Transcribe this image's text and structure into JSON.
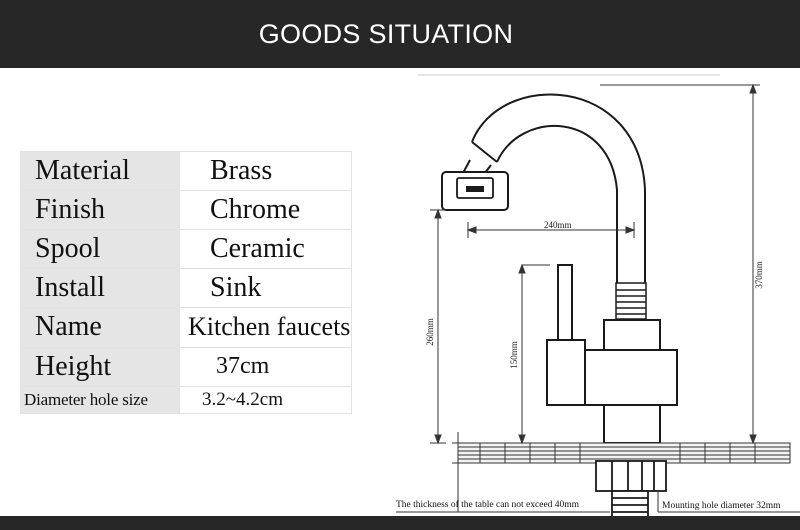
{
  "header": {
    "title": "GOODS SITUATION"
  },
  "specs": [
    {
      "label": "Material",
      "value": "Brass"
    },
    {
      "label": "Finish",
      "value": "Chrome"
    },
    {
      "label": "Spool",
      "value": "Ceramic"
    },
    {
      "label": "Install",
      "value": "Sink"
    },
    {
      "label": "Name",
      "value": "Kitchen faucets"
    },
    {
      "label": "Height",
      "value": "37cm"
    },
    {
      "label": "Diameter hole size",
      "value": "3.2~4.2cm"
    }
  ],
  "drawing": {
    "dim_spout_reach": "240mm",
    "dim_spout_height": "260mm",
    "dim_handle_height": "150mm",
    "dim_total_height": "370mm",
    "note_table": "The thickness of the table can not exceed 40mm",
    "note_hole": "Mounting hole diameter 32mm"
  },
  "colors": {
    "header_bg": "#272727",
    "label_bg": "#e5e5e5"
  }
}
